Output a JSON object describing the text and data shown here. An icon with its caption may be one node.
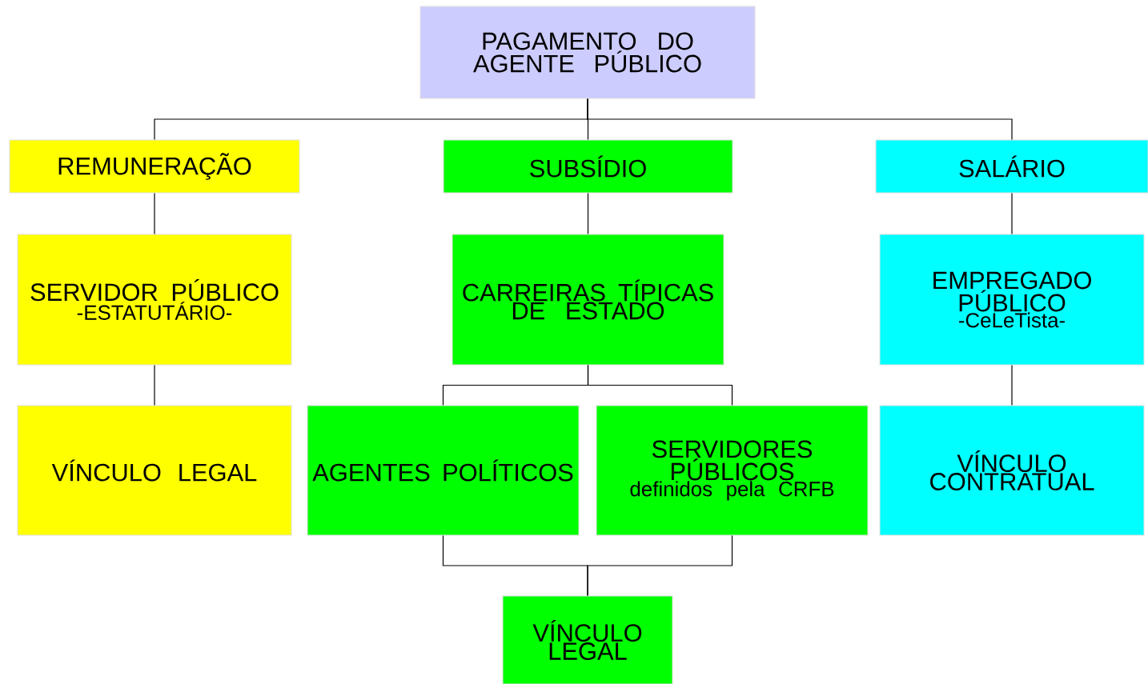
{
  "diagram": {
    "nodes": [
      {
        "text": [
          "PAGAMENTO DO AGENTE PÚBLICO"
        ]
      },
      {
        "text": [
          "REMUNERAÇÃO"
        ]
      },
      {
        "text": [
          "SUBSÍDIO"
        ]
      },
      {
        "text": [
          "SALÁRIO"
        ]
      },
      {
        "text": [
          "SERVIDOR PÚBLICO",
          "-ESTATUTÁRIO-"
        ]
      },
      {
        "text": [
          "CARREIRAS TÍPICAS DE ESTADO"
        ]
      },
      {
        "text": [
          "EMPREGADO PÚBLICO",
          "-CeLeTista-"
        ]
      },
      {
        "text": [
          "VÍNCULO LEGAL"
        ]
      },
      {
        "text": [
          "AGENTES POLÍTICOS"
        ]
      },
      {
        "text": [
          "SERVIDORES PÚBLICOS",
          "definidos pela CRFB"
        ]
      },
      {
        "text": [
          "VÍNCULO CONTRATUAL"
        ]
      },
      {
        "text": [
          "VÍNCULO LEGAL"
        ]
      }
    ],
    "edges": [
      {
        "from": 0,
        "to": 1,
        "arrow": "none"
      },
      {
        "from": 0,
        "to": 2,
        "arrow": "none"
      },
      {
        "from": 0,
        "to": 3,
        "arrow": "none"
      },
      {
        "from": 1,
        "to": 4,
        "arrow": "none"
      },
      {
        "from": 4,
        "to": 7,
        "arrow": "none"
      },
      {
        "from": 2,
        "to": 5,
        "arrow": "none"
      },
      {
        "from": 5,
        "to": 8,
        "arrow": "none"
      },
      {
        "from": 5,
        "to": 9,
        "arrow": "none"
      },
      {
        "from": 8,
        "to": 11,
        "arrow": "none"
      },
      {
        "from": 9,
        "to": 11,
        "arrow": "none"
      },
      {
        "from": 3,
        "to": 6,
        "arrow": "none"
      },
      {
        "from": 6,
        "to": 10,
        "arrow": "none"
      }
    ]
  }
}
